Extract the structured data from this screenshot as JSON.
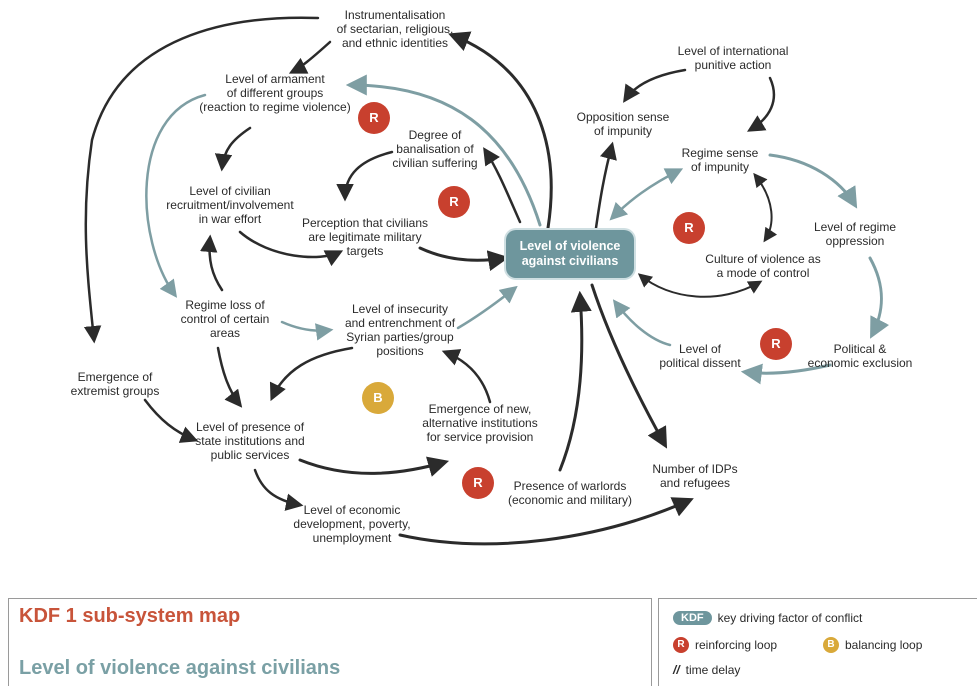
{
  "colors": {
    "dark_arrow": "#2b2b2b",
    "teal_arrow": "#7e9ea3",
    "kdf_fill": "#6e969d",
    "reinforcing": "#c8402e",
    "balancing": "#d9a93a",
    "title_red": "#c8543a",
    "title_teal": "#7aa0a5"
  },
  "kdf_node": "Level of violence\nagainst civilians",
  "nodes": {
    "instrumentalisation": "Instrumentalisation\nof sectarian, religious,\nand ethnic identities",
    "armament": "Level of armament\nof different groups\n(reaction to regime violence)",
    "banalisation": "Degree of\nbanalisation of\ncivilian suffering",
    "civilian_recruitment": "Level of civilian\nrecruitment/involvement\nin war effort",
    "perception_targets": "Perception that civilians\nare legitimate military\ntargets",
    "regime_loss": "Regime loss of\ncontrol of certain\nareas",
    "insecurity": "Level of insecurity\nand entrenchment of\nSyrian parties/group\npositions",
    "extremist": "Emergence of\nextremist groups",
    "state_institutions": "Level of presence of\nstate institutions and\npublic services",
    "alt_institutions": "Emergence of new,\nalternative institutions\nfor service provision",
    "economic_dev": "Level of economic\ndevelopment, poverty,\nunemployment",
    "warlords": "Presence of warlords\n(economic and military)",
    "idps": "Number of IDPs\nand refugees",
    "international_action": "Level of international\npunitive action",
    "opposition_impunity": "Opposition sense\nof impunity",
    "regime_impunity": "Regime sense\nof impunity",
    "regime_oppression": "Level of regime\noppression",
    "culture_violence": "Culture of violence as\na mode of control",
    "political_dissent": "Level of\npolitical dissent",
    "political_exclusion": "Political &\neconomic exclusion"
  },
  "loops": {
    "reinforcing_label": "R",
    "balancing_label": "B"
  },
  "title_panel": {
    "title": "KDF 1 sub-system map",
    "subtitle": "Level of violence against civilians"
  },
  "legend": {
    "kdf_chip": "KDF",
    "kdf_text": "key driving factor of conflict",
    "reinforcing_symbol": "R",
    "reinforcing_text": "reinforcing loop",
    "balancing_symbol": "B",
    "balancing_text": "balancing loop",
    "delay_symbol": "//",
    "delay_text": "time delay"
  }
}
